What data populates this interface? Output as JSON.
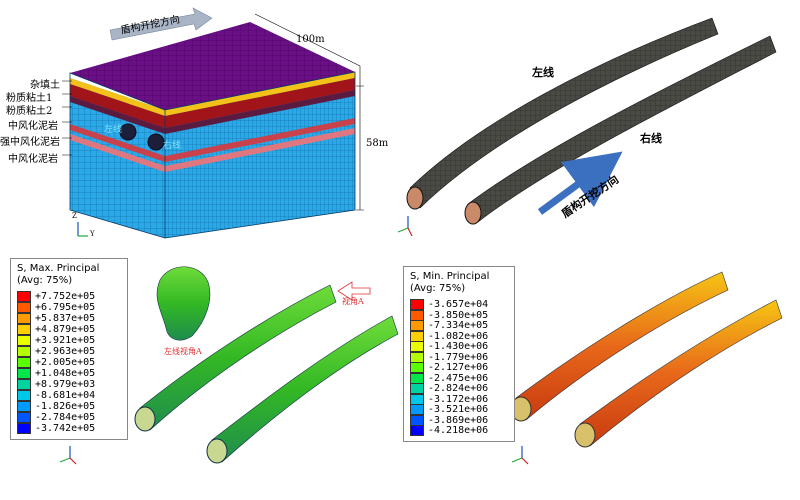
{
  "model": {
    "direction_label": "盾构开挖方向",
    "dim_length": "100m",
    "dim_depth": "58m",
    "left_line_short": "左线",
    "right_line_short": "右线",
    "layers": [
      "杂填土",
      "粉质粘土1",
      "粉质粘土2",
      "中风化泥岩",
      "强中风化泥岩",
      "中风化泥岩"
    ],
    "axis_z": "Z",
    "axis_y": "Y"
  },
  "tunnels_mesh": {
    "left_label": "左线",
    "right_label": "右线",
    "direction_label": "盾构开挖方向"
  },
  "max_principal": {
    "title_line1": "S, Max. Principal",
    "title_line2": "(Avg: 75%)",
    "values": [
      "+7.752e+05",
      "+6.795e+05",
      "+5.837e+05",
      "+4.879e+05",
      "+3.921e+05",
      "+2.963e+05",
      "+2.005e+05",
      "+1.048e+05",
      "+8.979e+03",
      "-8.681e+04",
      "-1.826e+05",
      "-2.784e+05",
      "-3.742e+05"
    ],
    "colors": [
      "#ff0000",
      "#ff5a00",
      "#ff9a00",
      "#ffcf00",
      "#ebff00",
      "#b4ff00",
      "#5aff00",
      "#00e64b",
      "#00d2a0",
      "#00c8e6",
      "#009bff",
      "#0055ff",
      "#0000ff"
    ],
    "callout_view": "视角A",
    "callout_left": "左线视角A"
  },
  "min_principal": {
    "title_line1": "S, Min. Principal",
    "title_line2": "(Avg: 75%)",
    "values": [
      "-3.657e+04",
      "-3.850e+05",
      "-7.334e+05",
      "-1.082e+06",
      "-1.430e+06",
      "-1.779e+06",
      "-2.127e+06",
      "-2.475e+06",
      "-2.824e+06",
      "-3.172e+06",
      "-3.521e+06",
      "-3.869e+06",
      "-4.218e+06"
    ],
    "colors": [
      "#ff0000",
      "#ff5a00",
      "#ff9a00",
      "#ffcf00",
      "#ebff00",
      "#b4ff00",
      "#5aff00",
      "#00e64b",
      "#00d2a0",
      "#00c8e6",
      "#009bff",
      "#0055ff",
      "#0000ff"
    ]
  }
}
